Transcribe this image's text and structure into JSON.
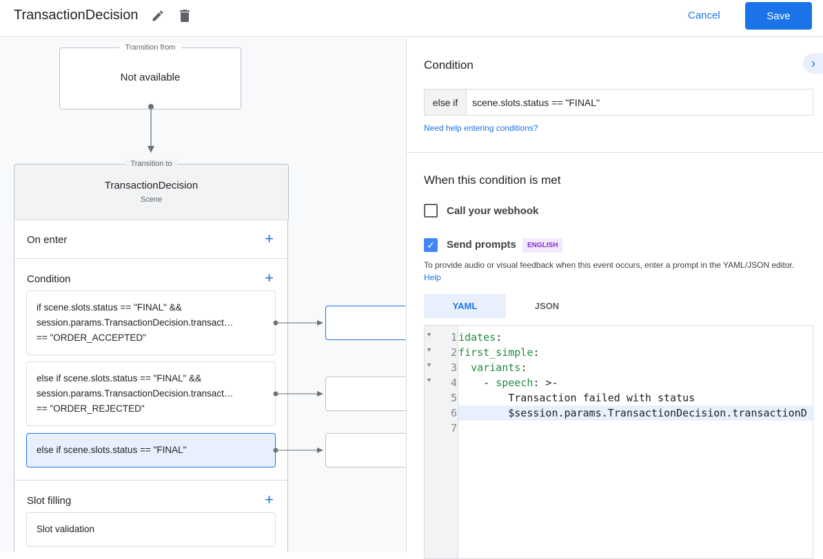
{
  "header": {
    "title": "TransactionDecision",
    "cancel": "Cancel",
    "save": "Save"
  },
  "canvas": {
    "from_legend": "Transition from",
    "from_value": "Not available",
    "to_legend": "Transition to",
    "scene_name": "TransactionDecision",
    "scene_type": "Scene",
    "on_enter": "On enter",
    "condition": "Condition",
    "slot_filling": "Slot filling",
    "slot_validation": "Slot validation",
    "conditions": [
      {
        "lines": [
          "if scene.slots.status == \"FINAL\" &&",
          "session.params.TransactionDecision.transact…",
          "== \"ORDER_ACCEPTED\""
        ]
      },
      {
        "lines": [
          "else if scene.slots.status == \"FINAL\" &&",
          "session.params.TransactionDecision.transact…",
          "== \"ORDER_REJECTED\""
        ]
      },
      {
        "lines": [
          "else if scene.slots.status == \"FINAL\""
        ],
        "selected": true
      }
    ]
  },
  "panel": {
    "condition_title": "Condition",
    "prefix": "else if",
    "condition_value": "scene.slots.status == \"FINAL\"",
    "help_link": "Need help entering conditions?",
    "met_title": "When this condition is met",
    "webhook_label": "Call your webhook",
    "webhook_checked": false,
    "prompts_label": "Send prompts",
    "prompts_checked": true,
    "language_badge": "ENGLISH",
    "desc": "To provide audio or visual feedback when this event occurs, enter a prompt in the YAML/JSON editor.",
    "desc_help": "Help",
    "tabs": [
      {
        "label": "YAML",
        "active": true
      },
      {
        "label": "JSON",
        "active": false
      }
    ],
    "code_lines": [
      {
        "n": "1",
        "key": "idates",
        "rest": ":",
        "fold": true
      },
      {
        "n": "2",
        "key": "first_simple",
        "rest": ":",
        "fold": true
      },
      {
        "n": "3",
        "indent": "  ",
        "key": "variants",
        "rest": ":",
        "fold": true
      },
      {
        "n": "4",
        "indent": "    - ",
        "key": "speech",
        "rest": ": >-",
        "fold": true
      },
      {
        "n": "5",
        "indent": "        ",
        "text": "Transaction failed with status"
      },
      {
        "n": "6",
        "indent": "        ",
        "text": "$session.params.TransactionDecision.transactionD",
        "highlight": true
      },
      {
        "n": "7",
        "text": ""
      }
    ]
  },
  "colors": {
    "accent": "#1a73e8",
    "selected_bg": "#e8f0fe",
    "badge_bg": "#f3e8fd",
    "badge_text": "#8430ce",
    "code_key": "#1e8e3e"
  }
}
